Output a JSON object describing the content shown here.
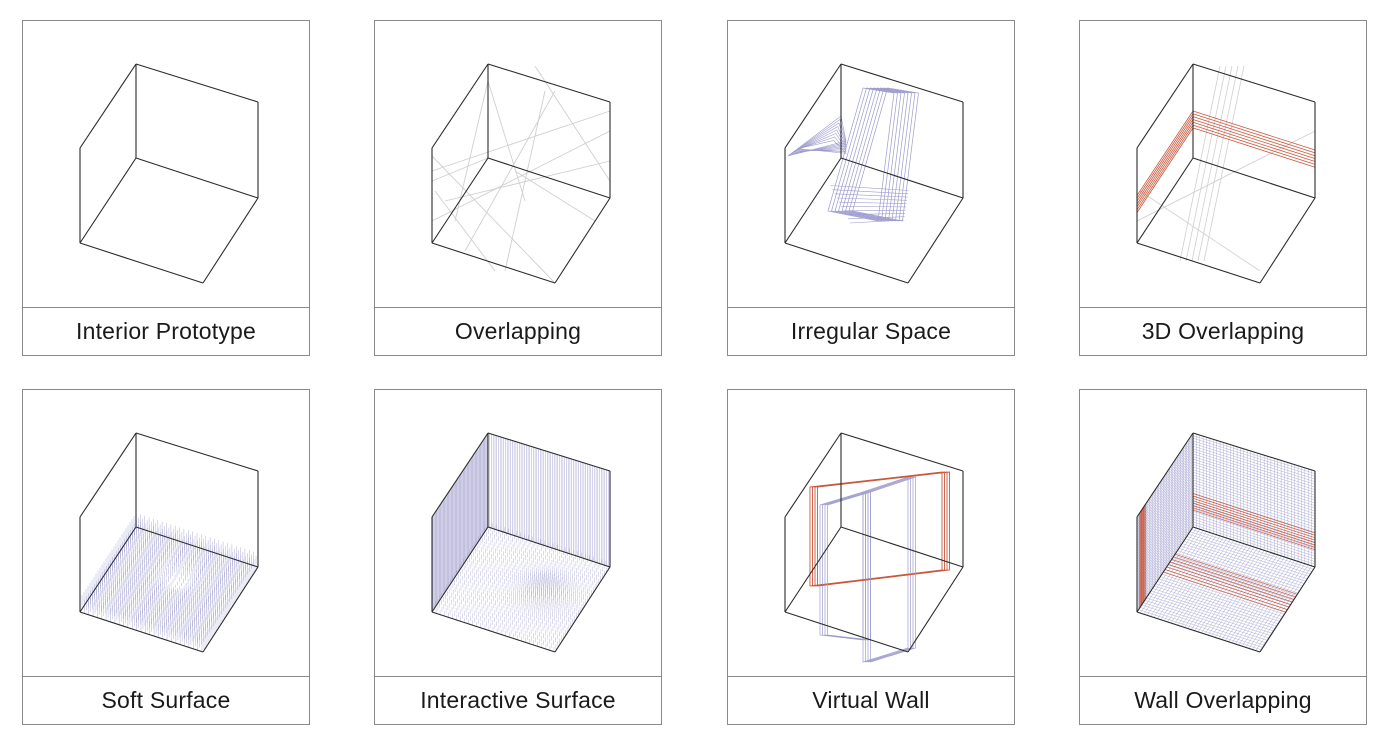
{
  "colors": {
    "frame": "#8a8a8a",
    "cube_edge": "#2b2b2b",
    "grey_line": "#cfcfcf",
    "lavender": "#9d9ccd",
    "red": "#c9583e"
  },
  "panels": [
    {
      "label": "Interior Prototype",
      "art": "cube-outline-icon"
    },
    {
      "label": "Overlapping",
      "art": "overlapping-lines-icon"
    },
    {
      "label": "Irregular Space",
      "art": "irregular-space-icon"
    },
    {
      "label": "3D Overlapping",
      "art": "3d-overlapping-icon"
    },
    {
      "label": "Soft Surface",
      "art": "soft-surface-icon"
    },
    {
      "label": "Interactive Surface",
      "art": "interactive-surface-icon"
    },
    {
      "label": "Virtual Wall",
      "art": "virtual-wall-icon"
    },
    {
      "label": "Wall Overlapping",
      "art": "wall-overlapping-icon"
    }
  ]
}
